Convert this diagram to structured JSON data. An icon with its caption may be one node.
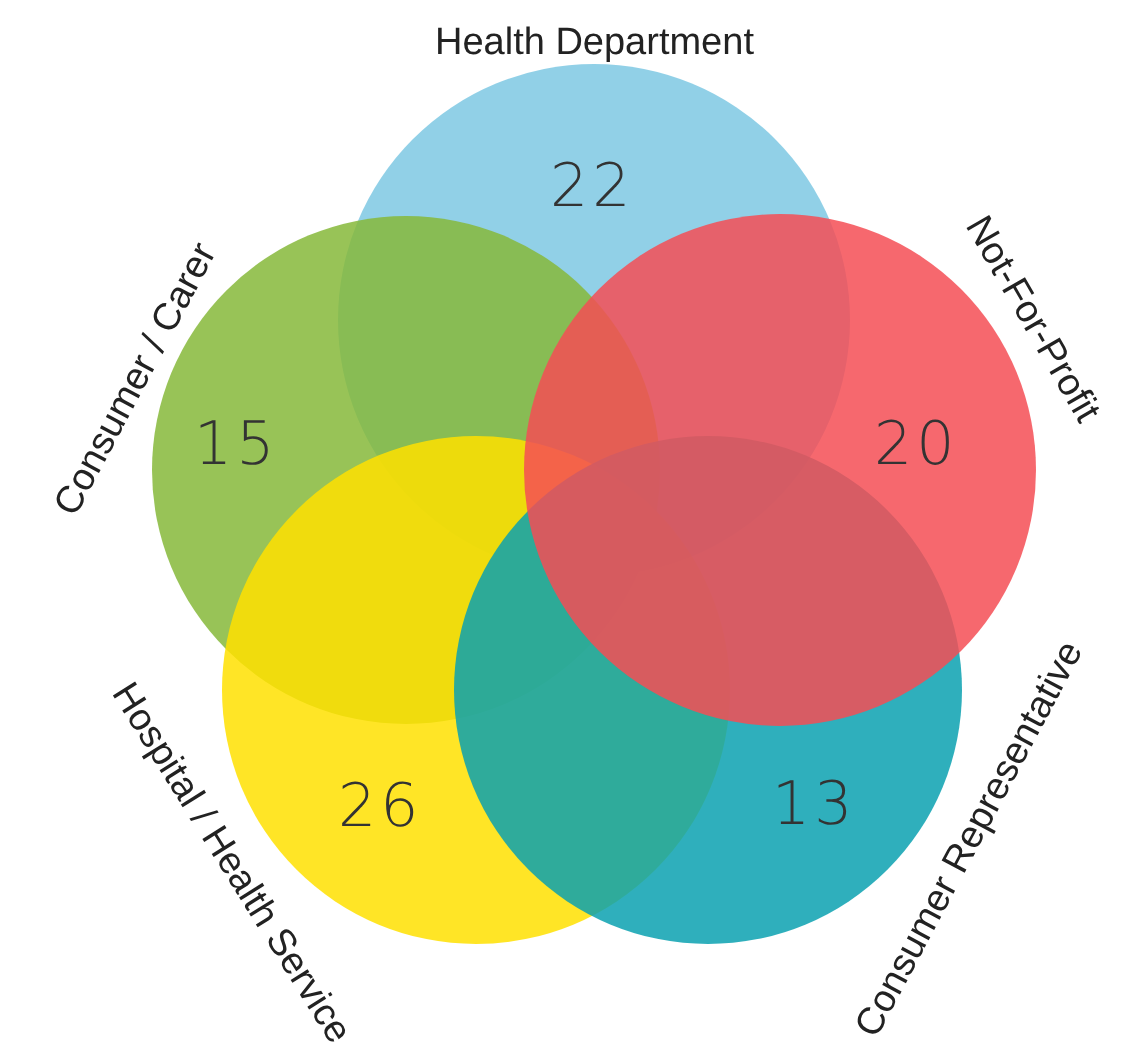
{
  "diagram": {
    "nodes": [
      {
        "text": [
          "Health Department",
          "22"
        ]
      },
      {
        "text": [
          "Consumer / Carer",
          "15"
        ]
      },
      {
        "text": [
          "Not-For-Profit",
          "20"
        ]
      },
      {
        "text": [
          "Hospital / Health Service",
          "26"
        ]
      },
      {
        "text": [
          "Consumer Representative",
          "13"
        ]
      }
    ]
  }
}
